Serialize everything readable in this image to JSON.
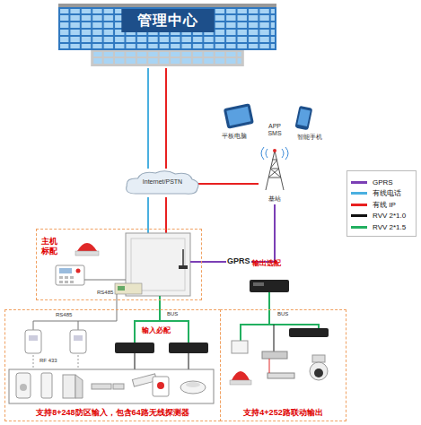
{
  "diagram": {
    "nodes": [
      {
        "text": [
          "管理中心"
        ]
      },
      {
        "text": [
          "Internet/PSTN"
        ]
      },
      {
        "text": [
          "基站"
        ]
      },
      {
        "text": [
          "主机标配"
        ]
      },
      {
        "text": [
          "支持8+248防区输入，包含64路无线探测器"
        ]
      },
      {
        "text": [
          "支持4+252路联动输出"
        ]
      }
    ],
    "edges": [
      {
        "from": 0,
        "to": 1,
        "arrow": "none"
      },
      {
        "from": 0,
        "to": 1,
        "arrow": "none"
      },
      {
        "from": 1,
        "to": 3,
        "arrow": "none"
      },
      {
        "from": 1,
        "to": 3,
        "arrow": "none"
      },
      {
        "from": 1,
        "to": 2,
        "arrow": "none"
      },
      {
        "from": 3,
        "to": 2,
        "label": "GPRS",
        "arrow": "none"
      },
      {
        "from": 3,
        "to": 4,
        "arrow": "none"
      }
    ],
    "labels": [
      "APP SMS",
      "平板电脑",
      "智能手机",
      "RS485",
      "RS485",
      "RF 433",
      "BUS",
      "输入必配",
      "输出选配",
      "BUS"
    ],
    "legend": [
      {
        "text": "GPRS",
        "color": "#7b3fb5"
      },
      {
        "text": "有线电话",
        "color": "#4ab0e0"
      },
      {
        "text": "有线 IP",
        "color": "#e82020"
      },
      {
        "text": "RVV 2*1.0",
        "color": "#111111"
      },
      {
        "text": "RVV 2*1.5",
        "color": "#22b060"
      }
    ]
  }
}
